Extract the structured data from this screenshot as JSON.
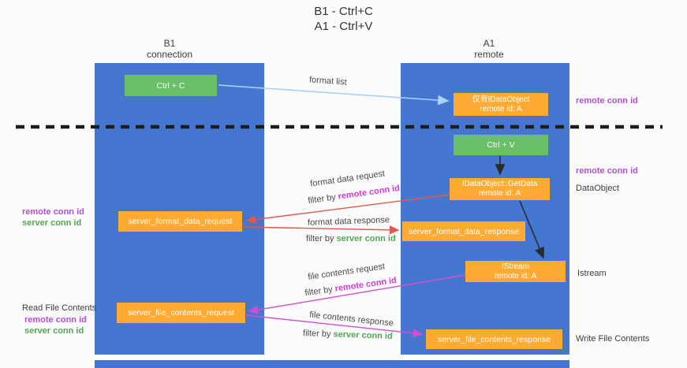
{
  "title": {
    "line1": "B1 - Ctrl+C",
    "line2": "A1 - Ctrl+V"
  },
  "lanes": {
    "left": {
      "name": "B1",
      "role": "connection"
    },
    "right": {
      "name": "A1",
      "role": "remote"
    }
  },
  "nodes": {
    "ctrl_c": {
      "label": "Ctrl + C"
    },
    "ctrl_v": {
      "label": "Ctrl + V"
    },
    "dataobject_only": {
      "line1": "仅有IDataObject",
      "line2": "remote id: A"
    },
    "getdata": {
      "line1": "IDataObject::GetData",
      "line2": "remote id: A"
    },
    "istream": {
      "line1": "IStream",
      "line2": "remote id: A"
    },
    "format_request": {
      "label": "server_format_data_request"
    },
    "format_response": {
      "label": "server_format_data_response"
    },
    "file_request": {
      "label": "server_file_contents_request"
    },
    "file_response": {
      "label": "server_file_contents_response"
    }
  },
  "arrows": {
    "format_list": {
      "label": "format list"
    },
    "format_data_request": {
      "label": "format data request",
      "filter_prefix": "filter by ",
      "filter_key": "remote conn id"
    },
    "format_data_response": {
      "label": "format data response",
      "filter_prefix": "filter by ",
      "filter_key": "server conn id"
    },
    "file_contents_request": {
      "label": "file contents request",
      "filter_prefix": "filter by ",
      "filter_key": "remote conn id"
    },
    "file_contents_response": {
      "label": "file contents response",
      "filter_prefix": "filter by ",
      "filter_key": "server conn id"
    }
  },
  "side_labels": {
    "right_remote_conn_id_top": "remote conn id",
    "right_remote_conn_id_mid": "remote conn id",
    "right_dataobject": "DataObject",
    "right_istream": "Istream",
    "right_write_file_contents": "Write File Contents",
    "left_remote_conn_id_top": "remote conn id",
    "left_server_conn_id_top": "server conn id",
    "left_read_file_contents": "Read File Contents",
    "left_remote_conn_id_bottom": "remote conn id",
    "left_server_conn_id_bottom": "server conn id"
  },
  "colors": {
    "lane_blue": "#4577d0",
    "box_orange": "#ffab33",
    "box_green": "#6abf69",
    "accent_purple": "#b44fd6",
    "accent_magenta": "#cf3ecf",
    "accent_green": "#55a556",
    "arrow_red": "#e0584e",
    "arrow_blue": "#a9d4ef",
    "arrow_black": "#2b2b2b"
  }
}
